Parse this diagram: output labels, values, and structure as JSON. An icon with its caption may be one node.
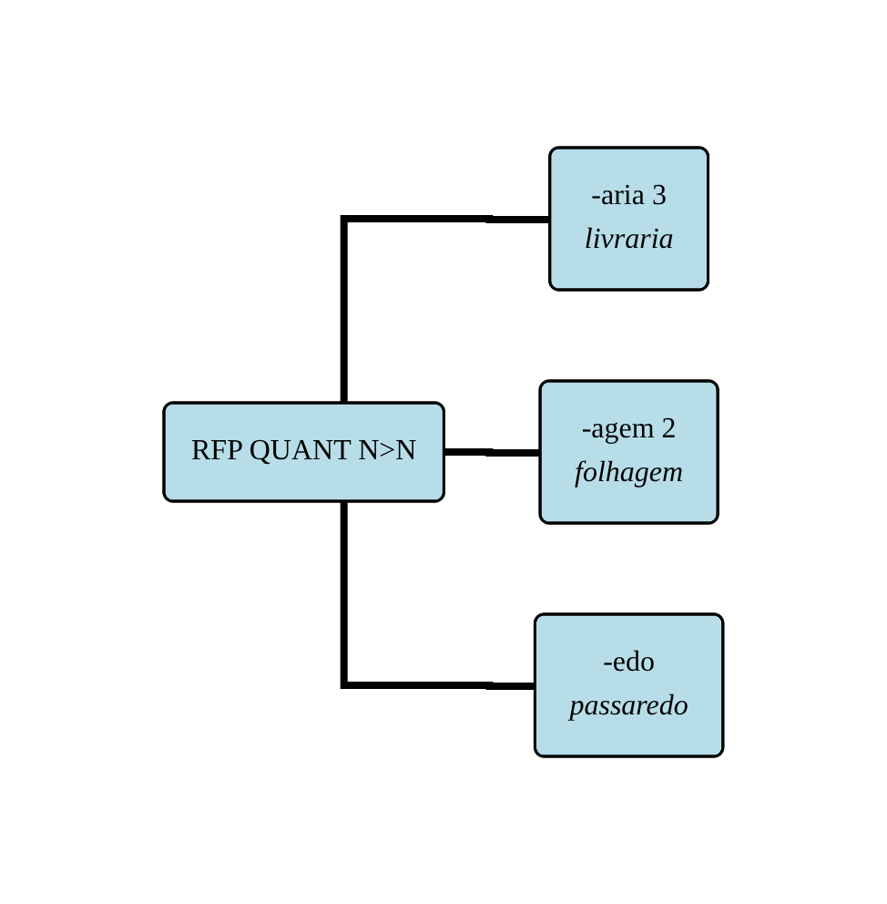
{
  "diagram": {
    "nodes": [
      {
        "text": [
          "RFP QUANT N>N"
        ]
      },
      {
        "text": [
          "-aria 3",
          "livraria"
        ]
      },
      {
        "text": [
          "-agem 2",
          "folhagem"
        ]
      },
      {
        "text": [
          "-edo",
          "passaredo"
        ]
      }
    ],
    "edges": [
      {
        "from": 0,
        "to": 1,
        "arrow": "none"
      },
      {
        "from": 0,
        "to": 2,
        "arrow": "none"
      },
      {
        "from": 0,
        "to": 3,
        "arrow": "none"
      }
    ]
  }
}
